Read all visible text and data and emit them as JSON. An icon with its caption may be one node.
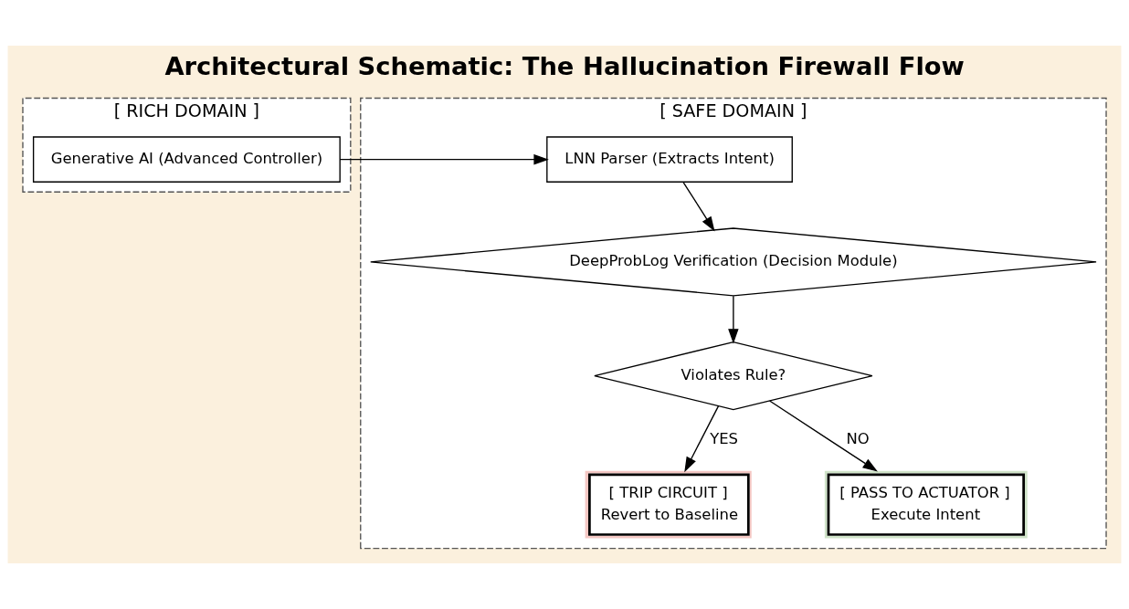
{
  "diagram": {
    "title": "Architectural Schematic: The Hallucination Firewall Flow",
    "nodes": [
      {
        "text": [
          "[ RICH DOMAIN ]"
        ]
      },
      {
        "text": [
          "Generative AI (Advanced Controller)"
        ],
        "in": 0
      },
      {
        "text": [
          "[ SAFE DOMAIN ]"
        ]
      },
      {
        "text": [
          "LNN Parser (Extracts Intent)"
        ],
        "in": 2
      },
      {
        "text": [
          "DeepProbLog Verification (Decision Module)"
        ],
        "in": 2
      },
      {
        "text": [
          "Violates Rule?"
        ],
        "in": 2
      },
      {
        "text": [
          "[ TRIP CIRCUIT ]",
          "Revert to Baseline"
        ],
        "in": 2
      },
      {
        "text": [
          "[ PASS TO ACTUATOR ]",
          "Execute Intent"
        ],
        "in": 2
      }
    ],
    "edges": [
      {
        "from": 1,
        "to": 3,
        "arrow": "to"
      },
      {
        "from": 3,
        "to": 4,
        "arrow": "to"
      },
      {
        "from": 4,
        "to": 5,
        "arrow": "to"
      },
      {
        "from": 5,
        "to": 6,
        "arrow": "to",
        "label": "YES"
      },
      {
        "from": 5,
        "to": 7,
        "arrow": "to",
        "label": "NO"
      }
    ]
  }
}
